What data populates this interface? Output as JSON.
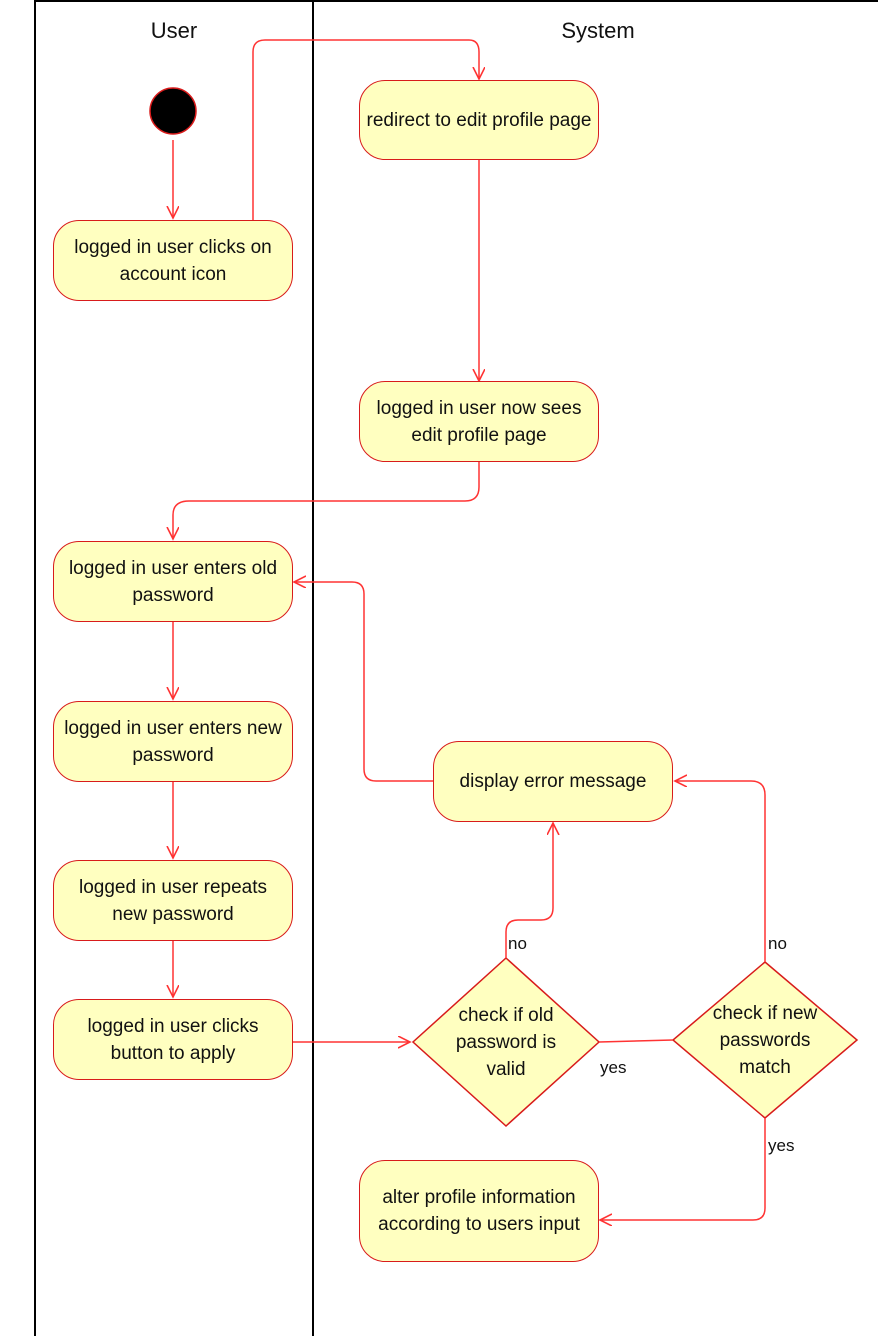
{
  "lanes": {
    "user": "User",
    "system": "System"
  },
  "nodes": {
    "redirect": "redirect to edit profile page",
    "clicks_account": "logged in user clicks on account icon",
    "sees_edit": "logged in user now sees edit profile page",
    "enters_old": "logged in user enters old password",
    "enters_new": "logged in user enters new password",
    "repeats_new": "logged in user repeats new password",
    "clicks_apply": "logged in user clicks button to apply",
    "display_error": "display error message",
    "alter_profile": "alter profile information according to users input"
  },
  "decisions": {
    "check_old": "check if old password is valid",
    "check_new": "check if new passwords match"
  },
  "guards": {
    "no_old": "no",
    "no_new": "no",
    "yes_old": "yes",
    "yes_new": "yes"
  },
  "colors": {
    "fill": "#ffffc0",
    "stroke": "#d81b1b",
    "edge": "#ff3333",
    "initial": "#000000",
    "lane": "#000000"
  }
}
